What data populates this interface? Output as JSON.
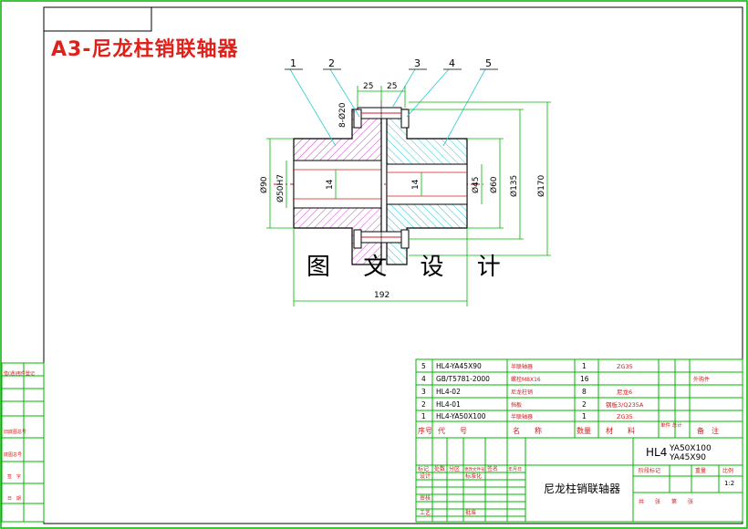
{
  "drawing_title": "A3-尼龙柱销联轴器",
  "watermark": "图 文 设 计",
  "balloons": [
    "1",
    "2",
    "3",
    "4",
    "5"
  ],
  "dims": {
    "gap1": "25",
    "gap2": "25",
    "bolt": "8-Ø20",
    "d90": "Ø90",
    "d50": "Ø50H7",
    "key_left": "14",
    "key_right": "14",
    "d45": "Ø45",
    "d60": "Ø60",
    "d135": "Ø135",
    "d170": "Ø170",
    "total": "192"
  },
  "bom": {
    "rows": [
      {
        "no": "5",
        "code": "HL4-YA45X90",
        "name": "半联轴器",
        "qty": "1",
        "material": "ZG35",
        "note": "",
        "remark": "外购件"
      },
      {
        "no": "4",
        "code": "GB/T5781-2000",
        "name": "螺栓M8X16",
        "qty": "16",
        "material": "",
        "note": "",
        "remark": ""
      },
      {
        "no": "3",
        "code": "HL4-02",
        "name": "尼龙柱销",
        "qty": "8",
        "material": "尼龙6",
        "note": "",
        "remark": ""
      },
      {
        "no": "2",
        "code": "HL4-01",
        "name": "挡板",
        "qty": "2",
        "material": "钢板3/Q235A",
        "note": "",
        "remark": ""
      },
      {
        "no": "1",
        "code": "HL4-YA50X100",
        "name": "半联轴器",
        "qty": "1",
        "material": "ZG35",
        "note": "",
        "remark": ""
      }
    ],
    "header": {
      "no": "序号",
      "code": "代　　号",
      "name": "名　　称",
      "qty": "数量",
      "material": "材　　料",
      "weight": "单件 总计",
      "remark": "备　注"
    }
  },
  "title_block": {
    "model": "HL4",
    "spec1": "YA50X100",
    "spec2": "YA45X90",
    "part_name": "尼龙柱销联轴器",
    "scale": "1:2",
    "left_labels": [
      "标记",
      "处数",
      "分区",
      "更改文件号",
      "签名",
      "年月日"
    ],
    "design_labels": [
      "设计",
      "审核",
      "工艺"
    ],
    "stage_labels": [
      "阶段标记",
      "重量",
      "比例"
    ],
    "sheet": "共　　张　　第　　张",
    "std1": "标准化",
    "std2": "批准"
  },
  "sidebar": [
    "借(通)用件登记",
    "旧底图总号",
    "底图总号",
    "签　字",
    "日　期"
  ]
}
